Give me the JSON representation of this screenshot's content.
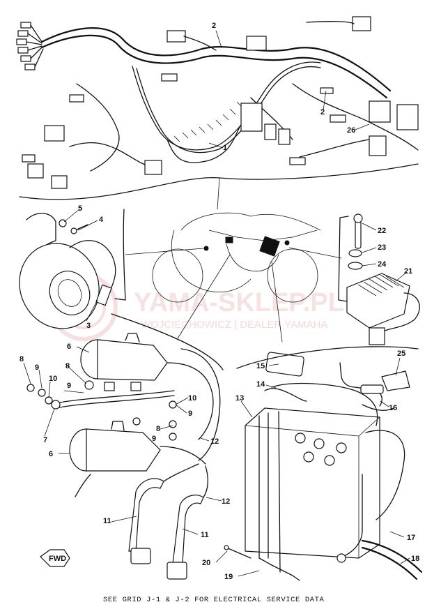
{
  "watermark": {
    "title": "YAMA-SKLEP.PL",
    "subtitle": "WOJCIECHOWICZ | DEALER YAMAHA"
  },
  "footer_note": "SEE GRID J-1 & J-2 FOR ELECTRICAL SERVICE DATA",
  "fwd_label": "FWD",
  "callouts": [
    "1",
    "2",
    "2",
    "3",
    "4",
    "5",
    "6",
    "6",
    "7",
    "8",
    "8",
    "8",
    "9",
    "9",
    "9",
    "9",
    "10",
    "10",
    "11",
    "11",
    "12",
    "12",
    "13",
    "14",
    "15",
    "16",
    "17",
    "18",
    "19",
    "20",
    "21",
    "22",
    "23",
    "24",
    "25",
    "26"
  ]
}
